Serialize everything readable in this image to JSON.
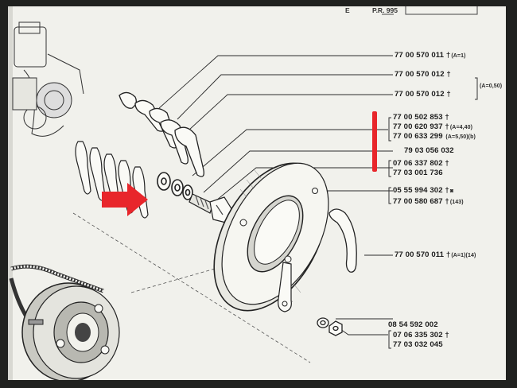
{
  "page_header": {
    "letter": "E",
    "ref": "P.R. 995"
  },
  "colors": {
    "highlight": "#e8262b",
    "ink": "#1d1d1d",
    "paper": "#f1f1ec"
  },
  "parts": [
    {
      "number": "77 00 570 011",
      "mark": "†",
      "note": "(A=1)"
    },
    {
      "number": "77 00 570 012",
      "mark": "†",
      "note": ""
    },
    {
      "number": "77 00 570 012",
      "mark": "†",
      "note": ""
    },
    {
      "number": "77 00 502 853",
      "mark": "†",
      "note": ""
    },
    {
      "number": "77 00 620 937",
      "mark": "†",
      "note": "(A=4,40)"
    },
    {
      "number": "77 00 633 299",
      "mark": "",
      "note": "(A=5,50)(b)"
    },
    {
      "number": "79 03 056 032",
      "mark": "",
      "note": ""
    },
    {
      "number": "07 06 337 802",
      "mark": "†",
      "note": ""
    },
    {
      "number": "77 03 001 736",
      "mark": "",
      "note": ""
    },
    {
      "number": "05 55 994 302",
      "mark": "†",
      "note": "◙"
    },
    {
      "number": "77 00 580 687",
      "mark": "†",
      "note": "(143)"
    },
    {
      "number": "77 00 570 011",
      "mark": "†",
      "note": "(A=1)(14)"
    },
    {
      "number": "08 54 592 002",
      "mark": "",
      "note": ""
    },
    {
      "number": "07 06 335 302",
      "mark": "†",
      "note": ""
    },
    {
      "number": "77 03 032 045",
      "mark": "",
      "note": ""
    }
  ],
  "bracket_note": "(A=0,50)"
}
